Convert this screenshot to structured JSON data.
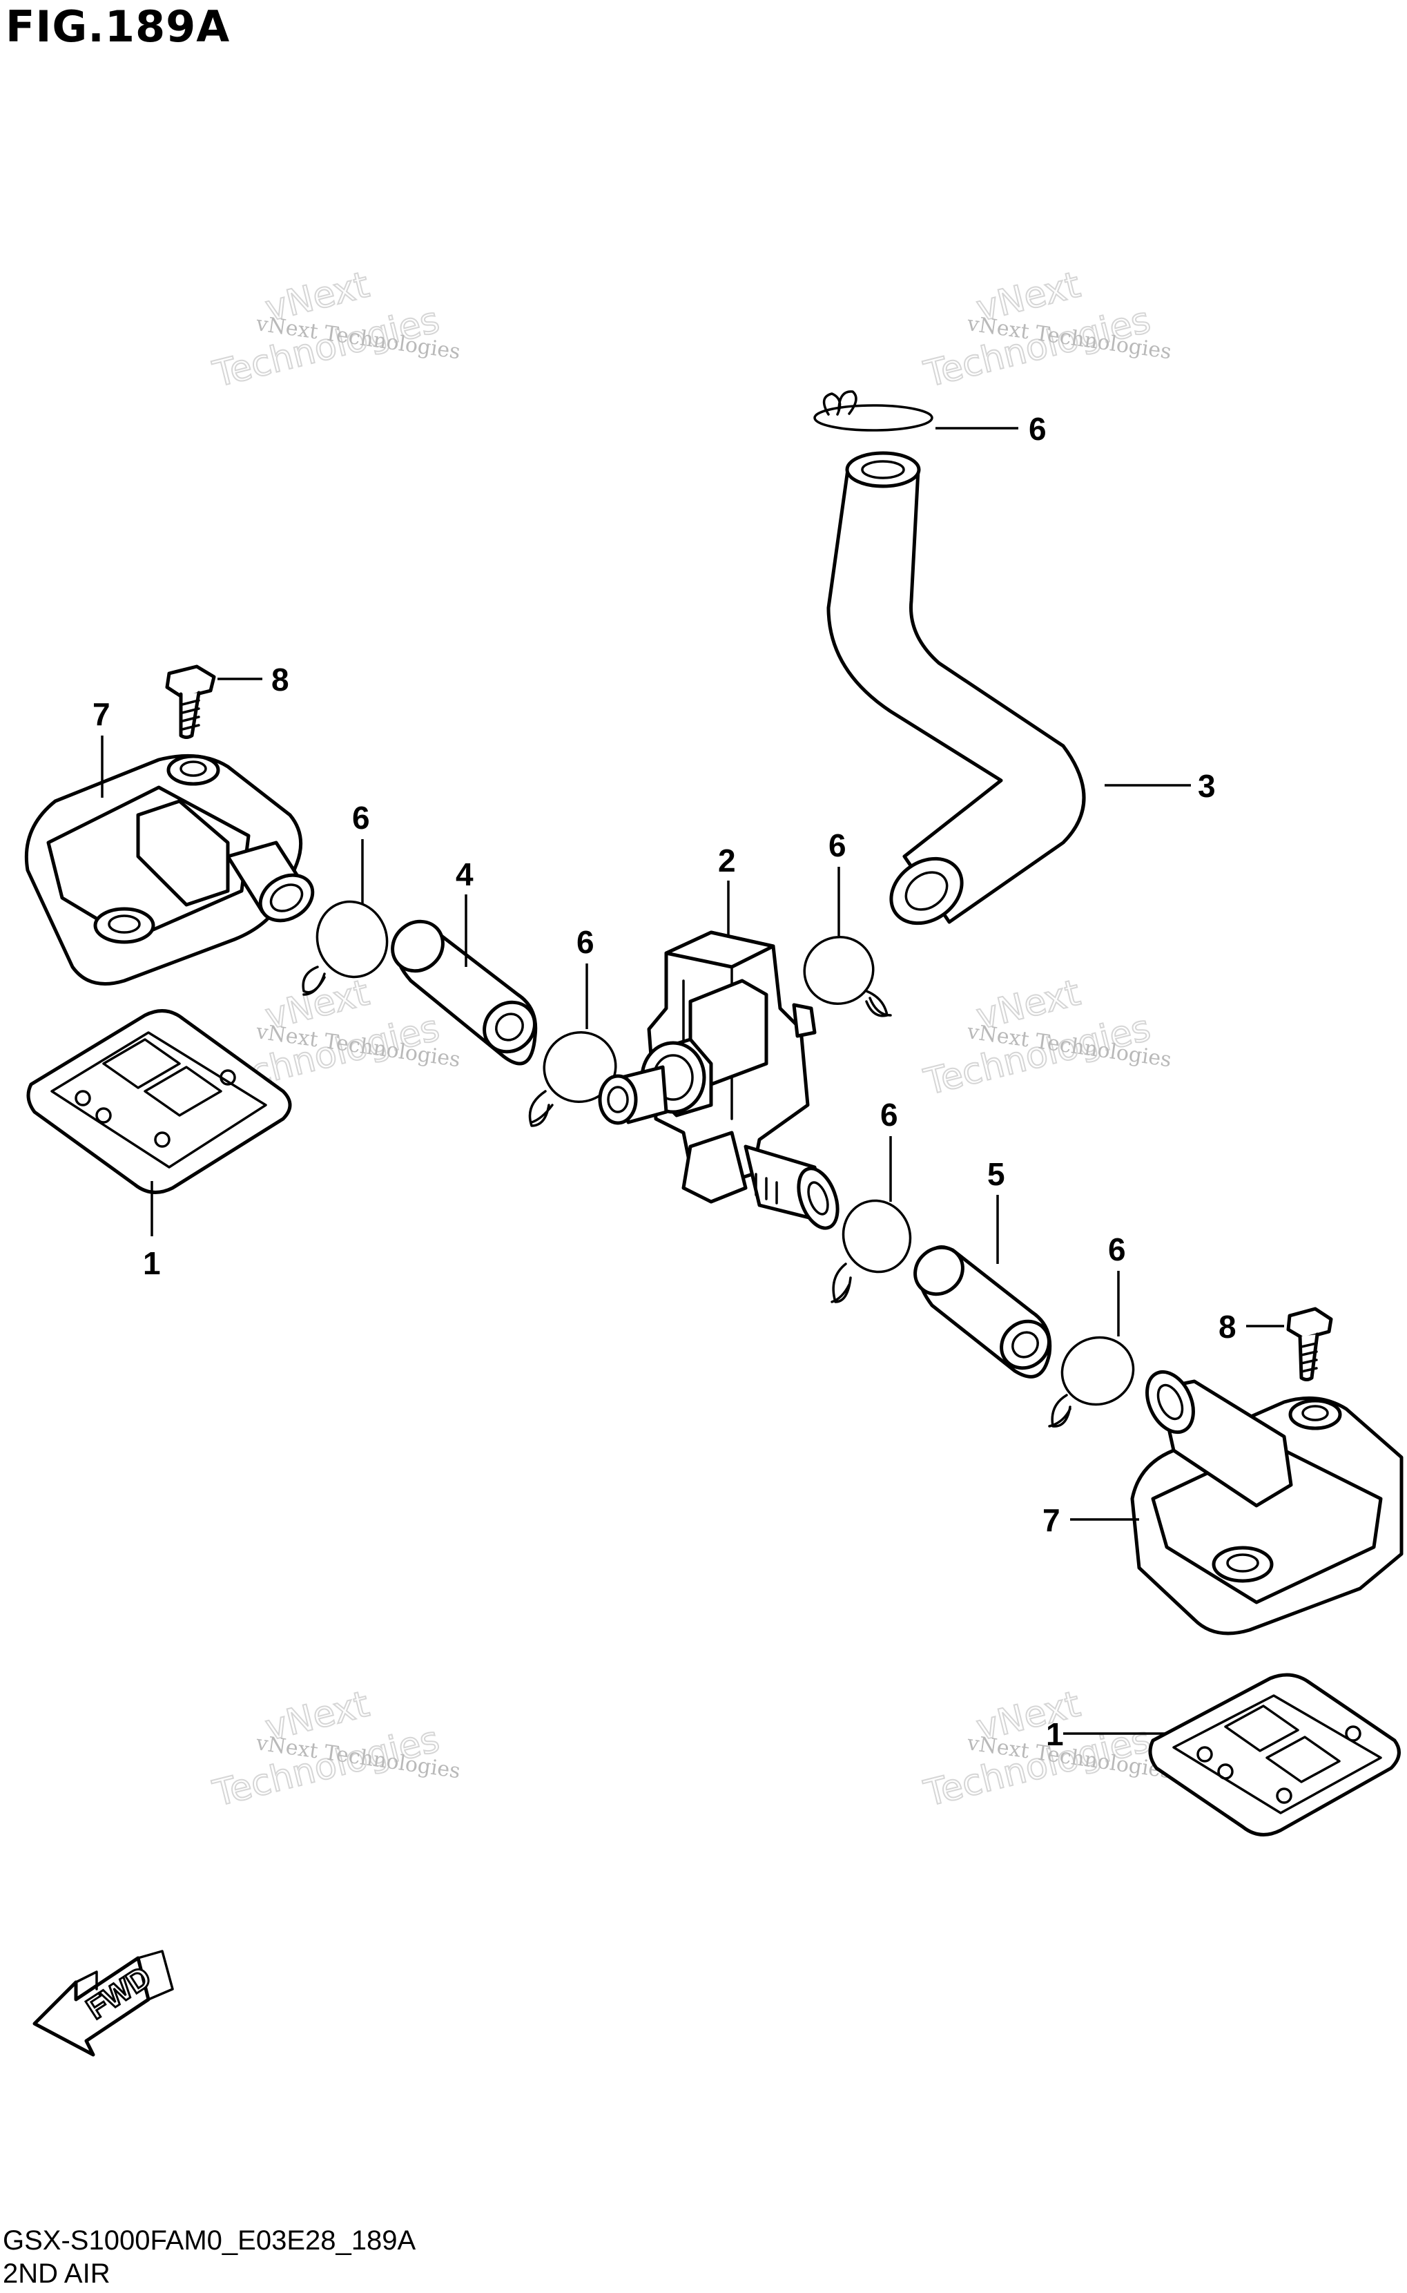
{
  "figure": {
    "title": "FIG.189A",
    "model_code": "GSX-S1000FAM0_E03E28_189A",
    "section_name": "2ND AIR"
  },
  "watermark": {
    "line1": "vNext",
    "line2": "Technologies",
    "small": "vNext Technologies"
  },
  "callouts": [
    {
      "id": "c6a",
      "label": "6"
    },
    {
      "id": "c8a",
      "label": "8"
    },
    {
      "id": "c7a",
      "label": "7"
    },
    {
      "id": "c3",
      "label": "3"
    },
    {
      "id": "c6b",
      "label": "6"
    },
    {
      "id": "c2",
      "label": "2"
    },
    {
      "id": "c6c",
      "label": "6"
    },
    {
      "id": "c4",
      "label": "4"
    },
    {
      "id": "c6d",
      "label": "6"
    },
    {
      "id": "c1a",
      "label": "1"
    },
    {
      "id": "c6e",
      "label": "6"
    },
    {
      "id": "c5",
      "label": "5"
    },
    {
      "id": "c6f",
      "label": "6"
    },
    {
      "id": "c8b",
      "label": "8"
    },
    {
      "id": "c7b",
      "label": "7"
    },
    {
      "id": "c1b",
      "label": "1"
    }
  ],
  "fwd_label": "FWD",
  "icons": [
    "fwd-arrow-icon"
  ]
}
